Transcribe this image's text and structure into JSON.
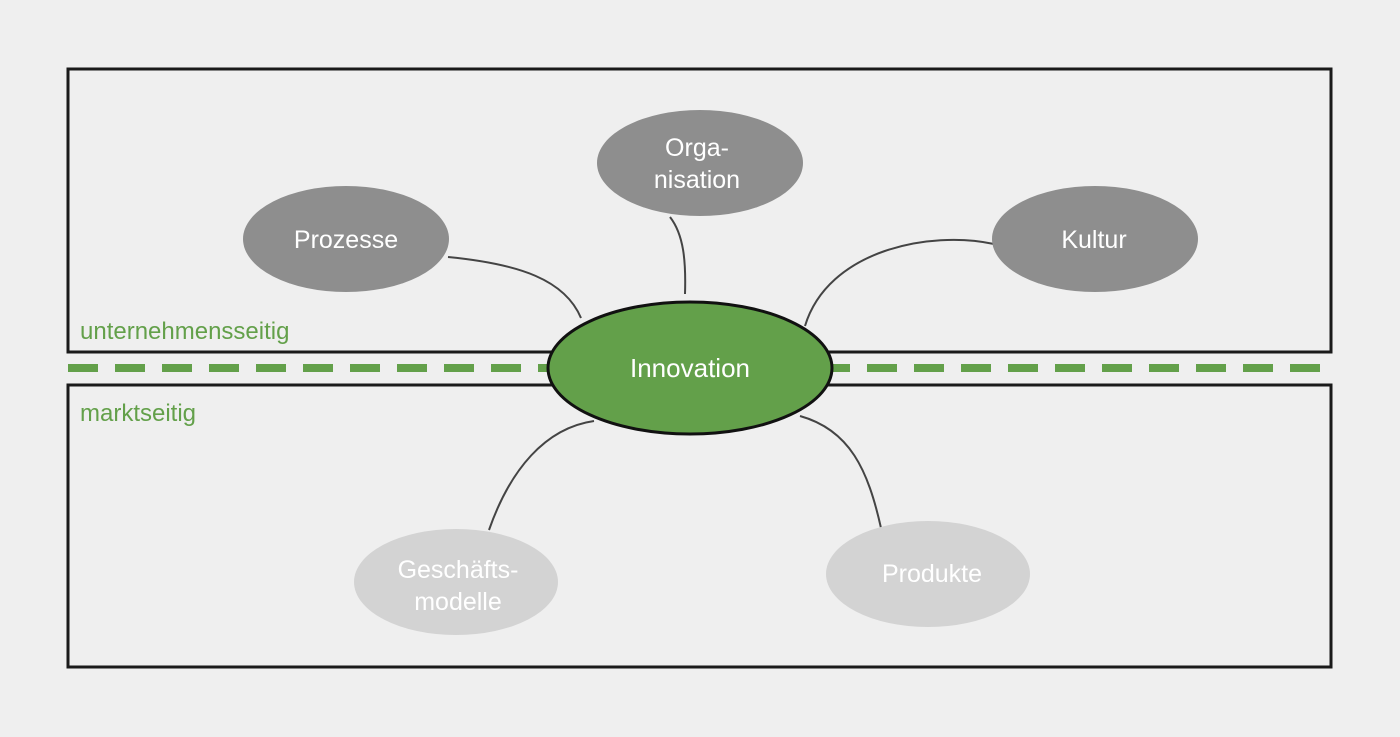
{
  "regions": {
    "top_label": "unternehmensseitig",
    "bottom_label": "marktseitig"
  },
  "center": {
    "label": "Innovation"
  },
  "nodes": {
    "prozesse": {
      "lines": [
        "Prozesse"
      ]
    },
    "organisation": {
      "lines": [
        "Orga-",
        "nisation"
      ]
    },
    "kultur": {
      "lines": [
        "Kultur"
      ]
    },
    "geschaeftsmodelle": {
      "lines": [
        "Geschäfts-",
        "modelle"
      ]
    },
    "produkte": {
      "lines": [
        "Produkte"
      ]
    }
  },
  "colors": {
    "background": "#efefef",
    "accent_green": "#63a04a",
    "center_fill": "#63a04a",
    "internal_node_fill": "#8e8e8e",
    "market_node_fill": "#d3d3d3",
    "frame_stroke": "#1a1a1a",
    "connector_stroke": "#444444"
  }
}
